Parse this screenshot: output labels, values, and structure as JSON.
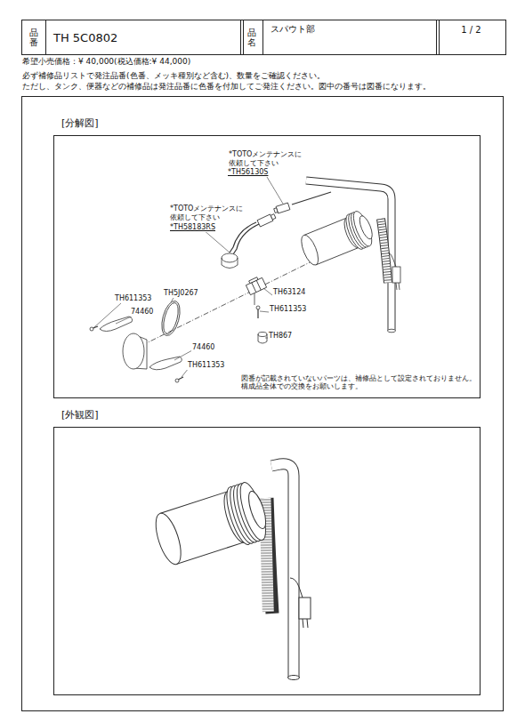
{
  "diagram": {
    "nodes": [
      {
        "text": [
          "品番"
        ]
      },
      {
        "text": [
          "TH 5C0802"
        ]
      },
      {
        "text": [
          "品名"
        ]
      },
      {
        "text": [
          "スパウト部"
        ]
      },
      {
        "text": [
          "1 / 2"
        ]
      },
      {
        "text": [
          "[分解図]"
        ]
      },
      {
        "text": [
          "[外観図]"
        ]
      }
    ],
    "labels": [
      "希望小売価格：¥ 40,000(税込価格:¥ 44,000)",
      "必ず補修品リストで発注品番(色番、メッキ種別など含む)、数量をご確認ください。",
      "ただし、タンク、便器などの補修品は発注品番に色番を付加してご発注ください。図中の番号は図番になります。",
      "*TOTOメンテナンスに 依頼して下さい",
      "*TH56130S",
      "*TOTOメンテナンスに 依頼して下さい",
      "*TH58183RS",
      "TH611353",
      "74460",
      "TH5J0267",
      "TH63124",
      "TH611353",
      "TH867",
      "74460",
      "TH611353",
      "図番が記載されていないパーツは、補修品として設定されておりません。 構成品全体での交換をお願いします。"
    ]
  }
}
